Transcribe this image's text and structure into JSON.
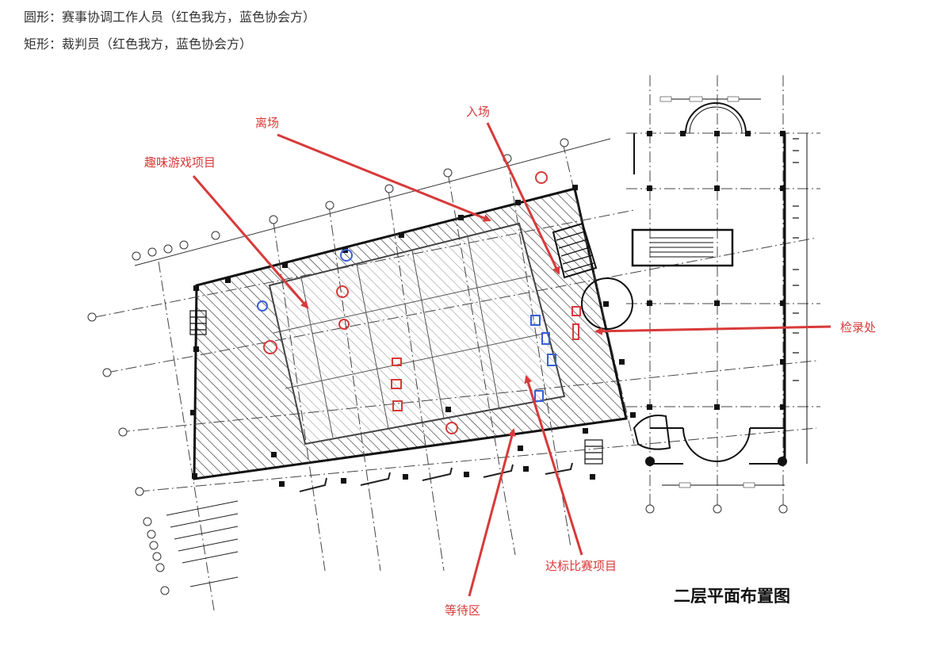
{
  "legend": {
    "circle": "圆形：赛事协调工作人员（红色我方，蓝色协会方）",
    "rect": "矩形：裁判员（红色我方，蓝色协会方）"
  },
  "labels": {
    "exit": "离场",
    "entry": "入场",
    "fun_games": "趣味游戏项目",
    "checkin": "检录处",
    "standard_events": "达标比赛项目",
    "waiting_area": "等待区"
  },
  "title": "二层平面布置图",
  "colors": {
    "ours": "#d83a3a",
    "association": "#3a5fd8",
    "plan_line": "#222222"
  }
}
